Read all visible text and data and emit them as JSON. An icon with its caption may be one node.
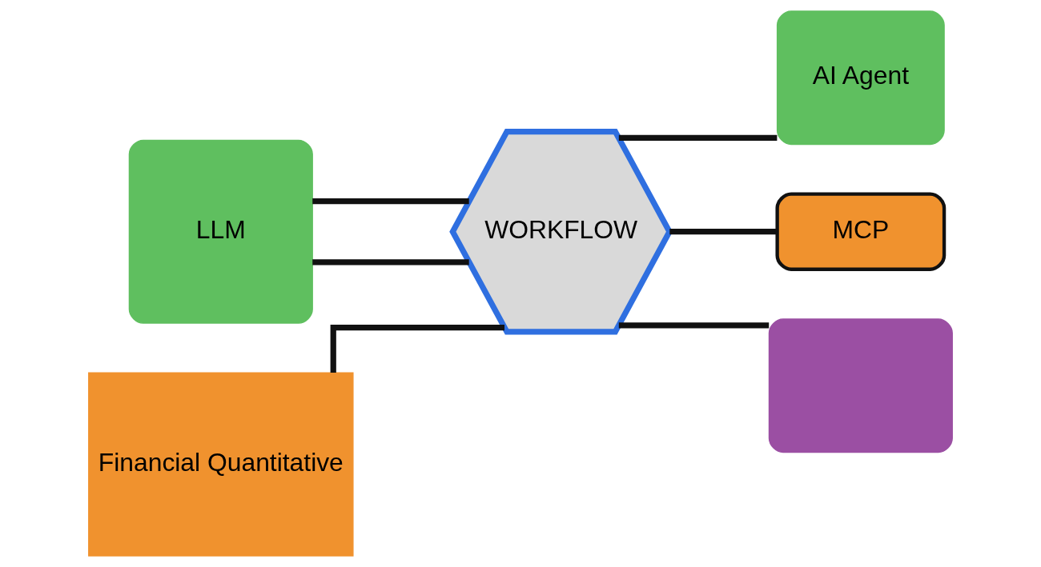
{
  "diagram": {
    "nodes": [
      {
        "text": [
          "WORKFLOW"
        ]
      },
      {
        "text": [
          "LLM"
        ]
      },
      {
        "text": [
          "AI Agent"
        ]
      },
      {
        "text": [
          "MCP"
        ]
      },
      {
        "text": [
          "Financial Quantitative"
        ]
      },
      {
        "text": [],
        "shape": "box"
      }
    ],
    "edges": [
      {
        "from": 1,
        "to": 0,
        "arrow": "none"
      },
      {
        "from": 1,
        "to": 0,
        "arrow": "none"
      },
      {
        "from": 0,
        "to": 2,
        "arrow": "none"
      },
      {
        "from": 0,
        "to": 3,
        "arrow": "none"
      },
      {
        "from": 4,
        "to": 0,
        "arrow": "none"
      },
      {
        "from": 0,
        "to": 5,
        "arrow": "none"
      }
    ]
  }
}
